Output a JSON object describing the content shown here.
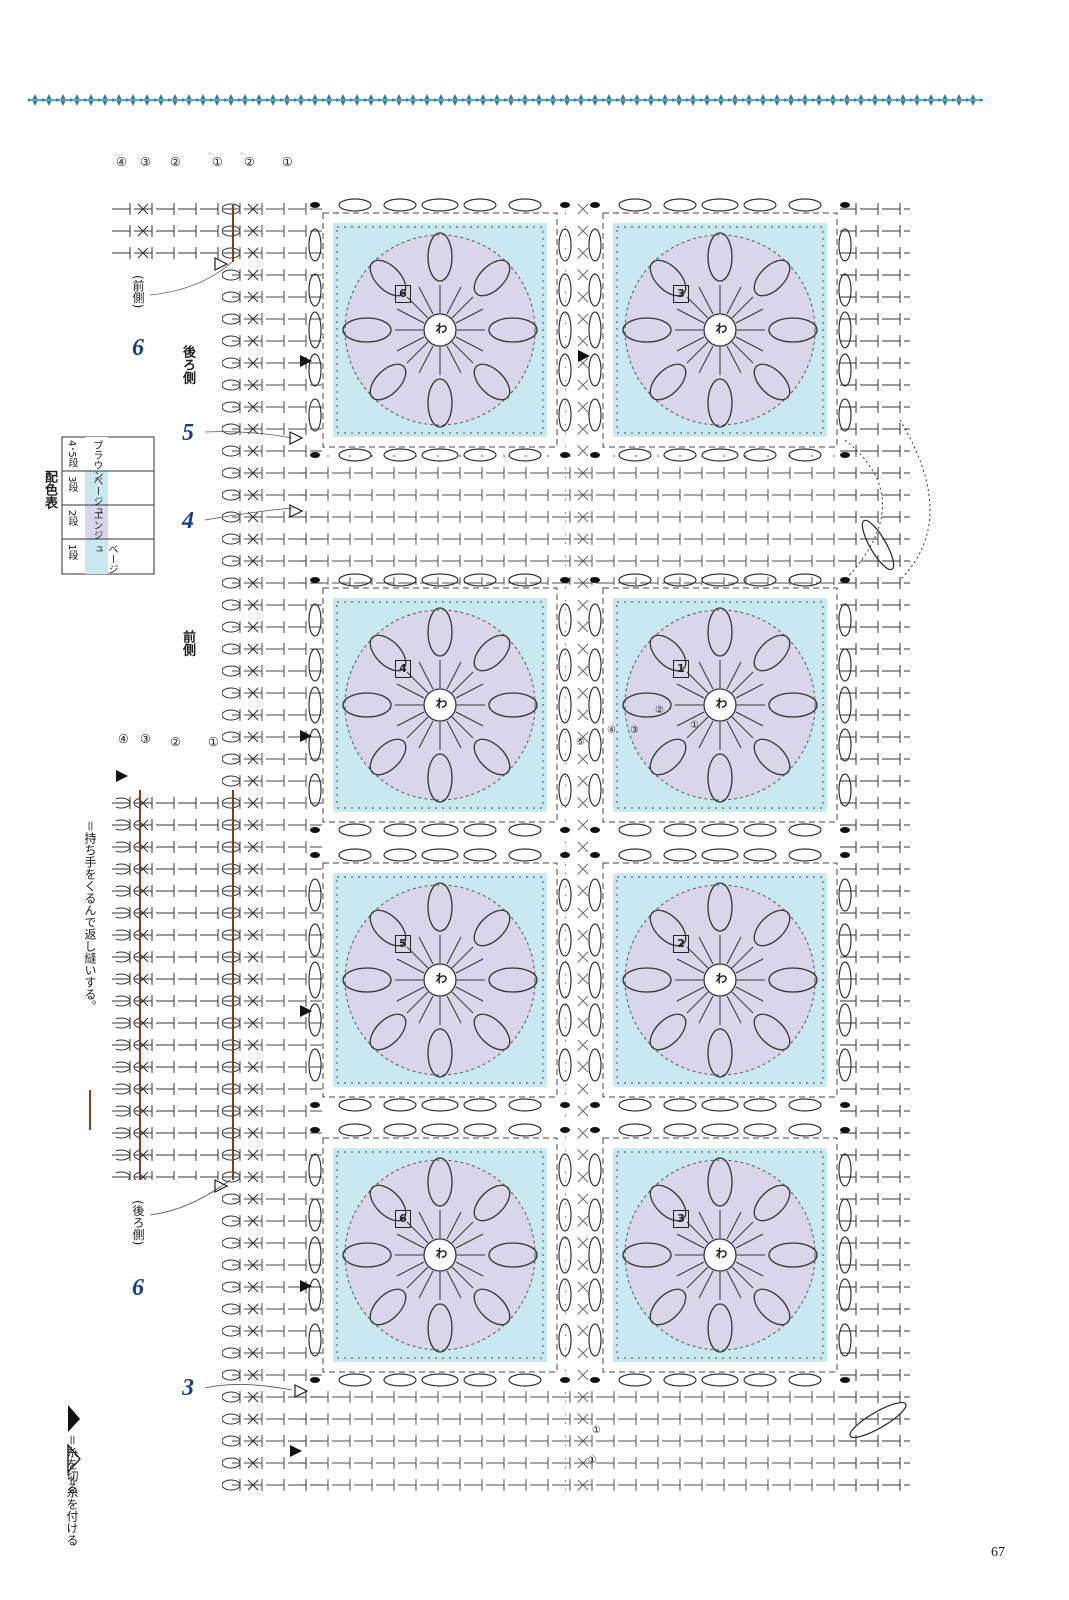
{
  "page": {
    "number": "67"
  },
  "legend": {
    "cut_thread": "＝糸を切る",
    "attach_thread": "＝糸を付ける"
  },
  "handle_note": "＝持ち手をくるんで返し縫いする。",
  "color_table": {
    "title": "配色表",
    "rows": [
      {
        "rows_label": "4･5段",
        "color": "ブラウン"
      },
      {
        "rows_label": "3段",
        "color": "ベージュ"
      },
      {
        "rows_label": "2段",
        "color": "エンジ"
      },
      {
        "rows_label": "1段",
        "color": "ベージュ"
      }
    ]
  },
  "labels": {
    "front": "前側",
    "back": "後ろ側",
    "front_paren": "(前側)",
    "back_paren": "(後ろ側)",
    "center_symbol": "わ"
  },
  "row_numbers": {
    "three": "3",
    "four": "4",
    "five": "5",
    "six_top": "6",
    "six_bottom": "6"
  },
  "motif_numbers": {
    "left_top": "6",
    "left_2": "4",
    "left_3": "5",
    "left_bottom": "6",
    "right_top": "3",
    "right_2": "1",
    "right_3": "2",
    "right_bottom": "3"
  },
  "arrow_marks": {
    "top_a": "④",
    "top_b": "③",
    "top_c": "②",
    "top_d": "①",
    "top_e": "②",
    "top_f": "①",
    "mid_a": "④",
    "mid_b": "③",
    "mid_c": "②",
    "mid_d": "①",
    "motif_r1": "①",
    "motif_r2": "②",
    "motif_r3": "③",
    "motif_r4": "④",
    "motif_r5": "⑤",
    "bottom_a": "①",
    "bottom_b": "①"
  },
  "colors": {
    "beige_fill": "#c9e8ef",
    "enji_fill": "#d9d6ea",
    "brown_line": "#8a3b1e",
    "blue_num": "#1b3f8f",
    "border_teal": "#3e8fa6"
  }
}
